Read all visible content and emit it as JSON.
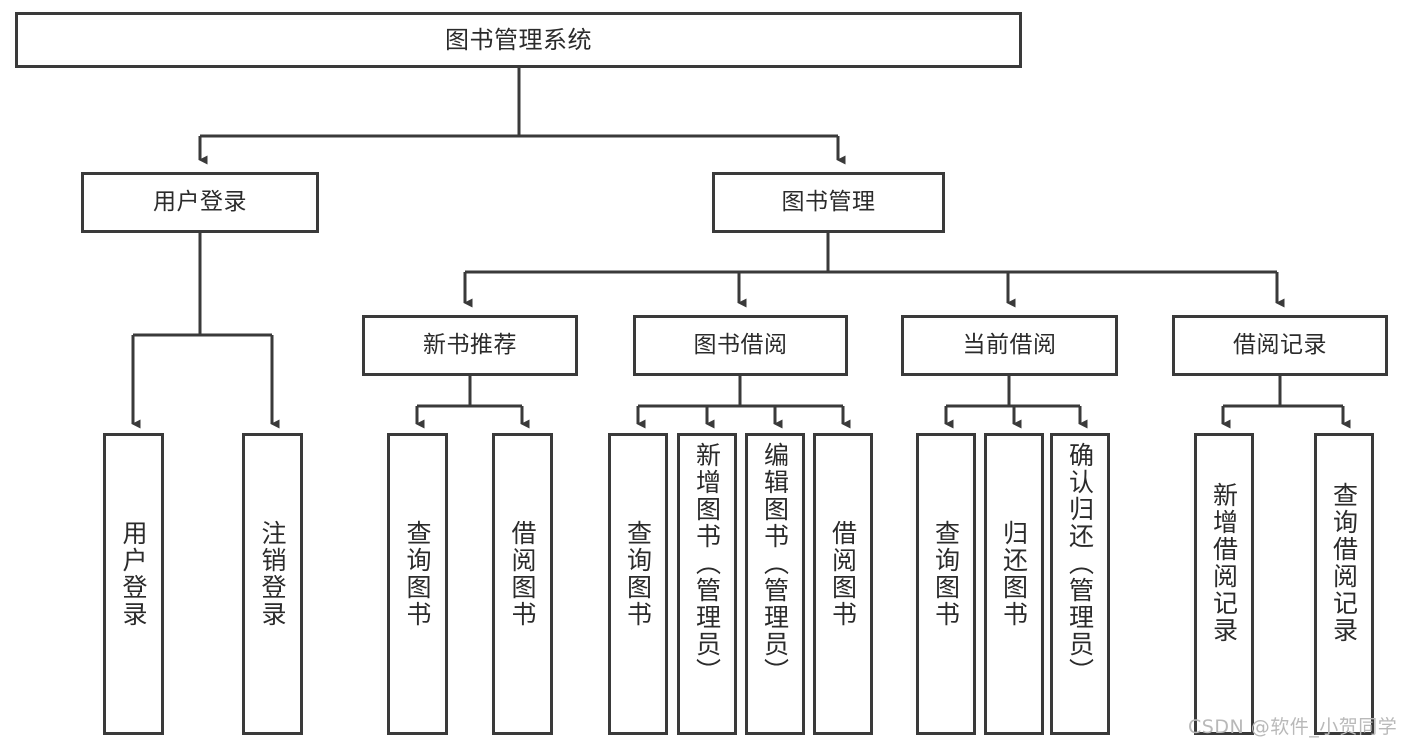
{
  "diagram": {
    "title": "图书管理系统",
    "type": "tree-hierarchy-chart",
    "watermark": "CSDN @软件_小贺同学",
    "colors": {
      "background": "#ffffff",
      "box_border": "#3a3a3a",
      "box_fill": "#ffffff",
      "edge": "#3a3a3a",
      "text": "#2b2b2b",
      "watermark": "#b9b9b9"
    },
    "root": {
      "id": "root",
      "label": "图书管理系统"
    },
    "level1": [
      {
        "id": "l1-0",
        "label": "用户登录"
      },
      {
        "id": "l1-1",
        "label": "图书管理"
      }
    ],
    "level2": [
      {
        "id": "l2-0",
        "label": "新书推荐",
        "parent": "l1-1"
      },
      {
        "id": "l2-1",
        "label": "图书借阅",
        "parent": "l1-1"
      },
      {
        "id": "l2-2",
        "label": "当前借阅",
        "parent": "l1-1"
      },
      {
        "id": "l2-3",
        "label": "借阅记录",
        "parent": "l1-1"
      }
    ],
    "leaves": [
      {
        "id": "lf-0",
        "label": "用户登录",
        "parent": "l1-0"
      },
      {
        "id": "lf-1",
        "label": "注销登录",
        "parent": "l1-0"
      },
      {
        "id": "lf-2",
        "label": "查询图书",
        "parent": "l2-0"
      },
      {
        "id": "lf-3",
        "label": "借阅图书",
        "parent": "l2-0"
      },
      {
        "id": "lf-4",
        "label": "查询图书",
        "parent": "l2-1"
      },
      {
        "id": "lf-5",
        "label": "新增图书（管理员）",
        "parent": "l2-1"
      },
      {
        "id": "lf-6",
        "label": "编辑图书（管理员）",
        "parent": "l2-1"
      },
      {
        "id": "lf-7",
        "label": "借阅图书",
        "parent": "l2-1"
      },
      {
        "id": "lf-8",
        "label": "查询图书",
        "parent": "l2-2"
      },
      {
        "id": "lf-9",
        "label": "归还图书",
        "parent": "l2-2"
      },
      {
        "id": "lf-10",
        "label": "确认归还（管理员）",
        "parent": "l2-2"
      },
      {
        "id": "lf-11",
        "label": "新增借阅记录",
        "parent": "l2-3"
      },
      {
        "id": "lf-12",
        "label": "查询借阅记录",
        "parent": "l2-3"
      }
    ]
  }
}
